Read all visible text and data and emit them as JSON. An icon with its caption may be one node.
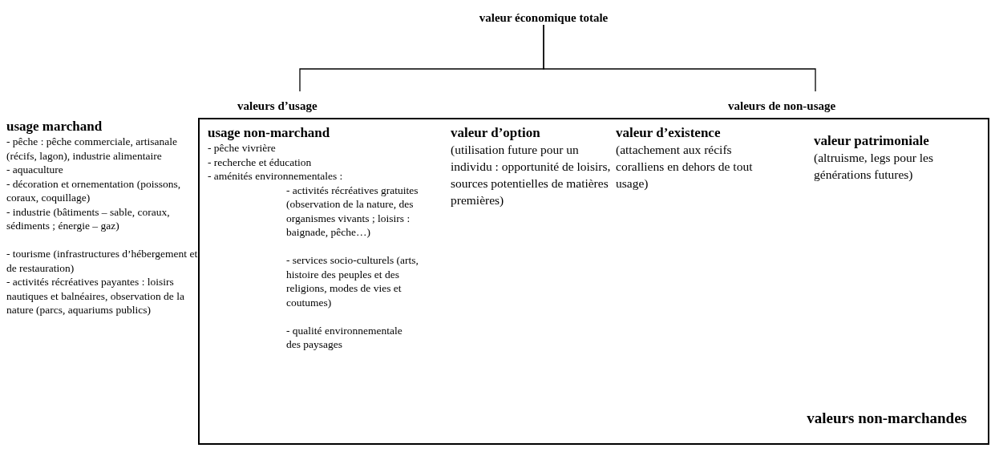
{
  "diagram": {
    "nodes": [
      {
        "text": [
          "valeur économique totale"
        ]
      },
      {
        "text": [
          "valeurs d’usage"
        ]
      },
      {
        "text": [
          "valeurs de non-usage"
        ]
      },
      {
        "text": [
          "valeurs non-marchandes"
        ]
      },
      {
        "text": [
          "usage non-marchand",
          "- pêche vivrière",
          "- recherche et éducation",
          "- aménités environnementales :",
          "- activités récréatives gratuites (observation de la nature, des organismes vivants ; loisirs : baignade, pêche…)",
          "- services socio-culturels (arts, histoire des peuples et des religions, modes de vies et coutumes)",
          "- qualité environnementale des paysages"
        ],
        "in": 3
      },
      {
        "text": [
          "valeur d’option",
          "(utilisation future pour un individu : opportunité de loisirs, sources potentielles de matières premières)"
        ],
        "in": 3
      },
      {
        "text": [
          "valeur d’existence",
          "(attachement aux récifs coralliens en dehors de tout usage)"
        ],
        "in": 3
      },
      {
        "text": [
          "valeur patrimoniale",
          "(altruisme, legs pour les générations futures)"
        ],
        "in": 3
      }
    ],
    "edges": [
      {
        "from": 0,
        "to": 1,
        "arrow": "none"
      },
      {
        "from": 0,
        "to": 2,
        "arrow": "none"
      }
    ],
    "labels": [
      "usage marchand",
      "- pêche : pêche commerciale, artisanale (récifs, lagon), industrie alimentaire",
      "- aquaculture",
      "- décoration et ornementation (poissons, coraux, coquillage)",
      "- industrie (bâtiments – sable, coraux, sédiments ; énergie – gaz)",
      "- tourisme (infrastructures d’hébergement et de restauration)",
      "- activités récréatives payantes : loisirs nautiques et balnéaires, observation de la nature (parcs, aquariums publics)"
    ]
  }
}
